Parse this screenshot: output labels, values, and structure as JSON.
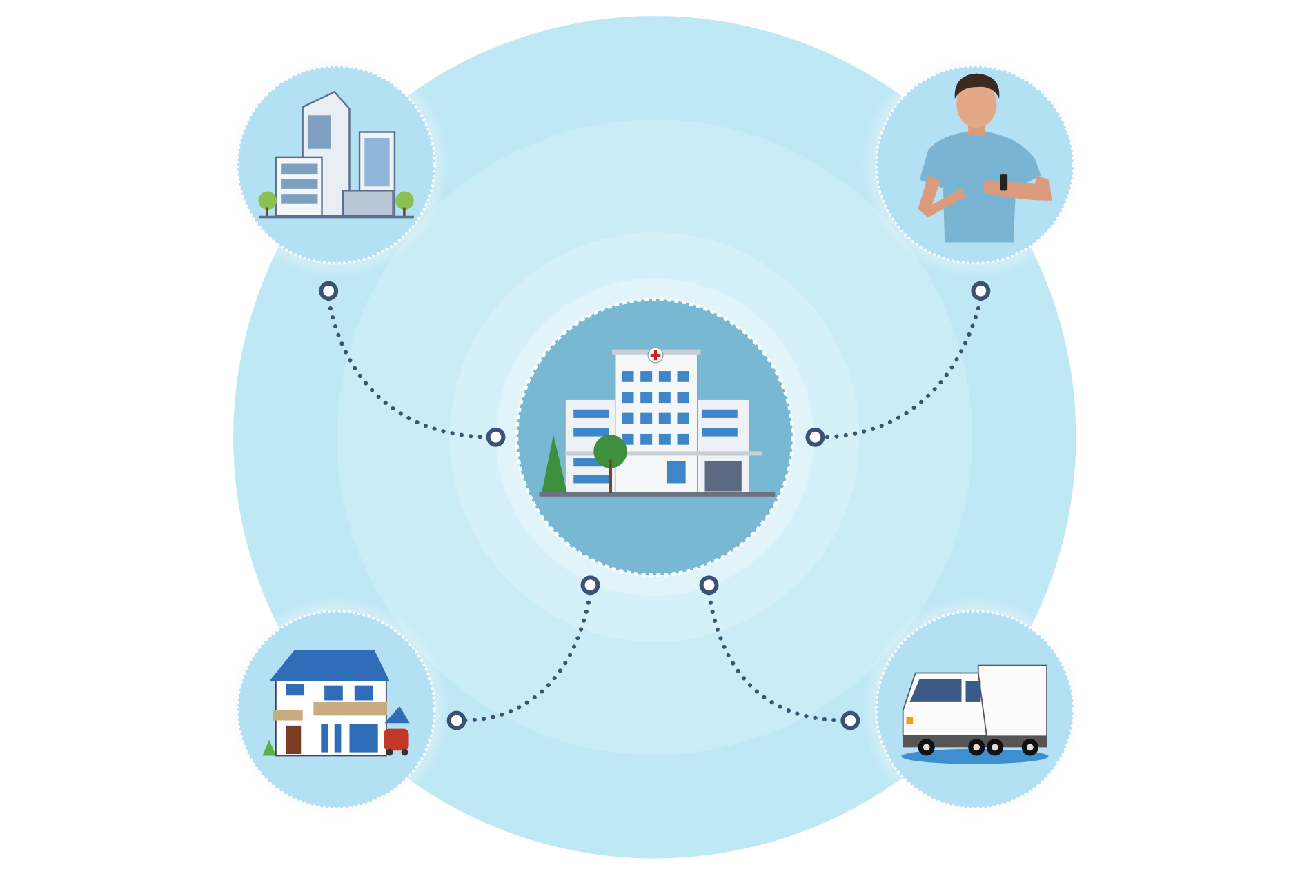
{
  "diagram": {
    "center": {
      "icon": "hospital-icon"
    },
    "nodes": [
      {
        "id": "office",
        "icon": "office-building-icon"
      },
      {
        "id": "patient",
        "icon": "person-smartwatch-icon"
      },
      {
        "id": "home",
        "icon": "house-icon"
      },
      {
        "id": "delivery",
        "icon": "truck-icon"
      }
    ],
    "colors": {
      "outer_ring": "#bfe8f5",
      "middle_ring": "#cbedf7",
      "inner_ring": "#d8f1f9",
      "center_fill": "#79b8d2",
      "node_fill": "#b3e0f3",
      "connector": "#3b5273"
    }
  }
}
